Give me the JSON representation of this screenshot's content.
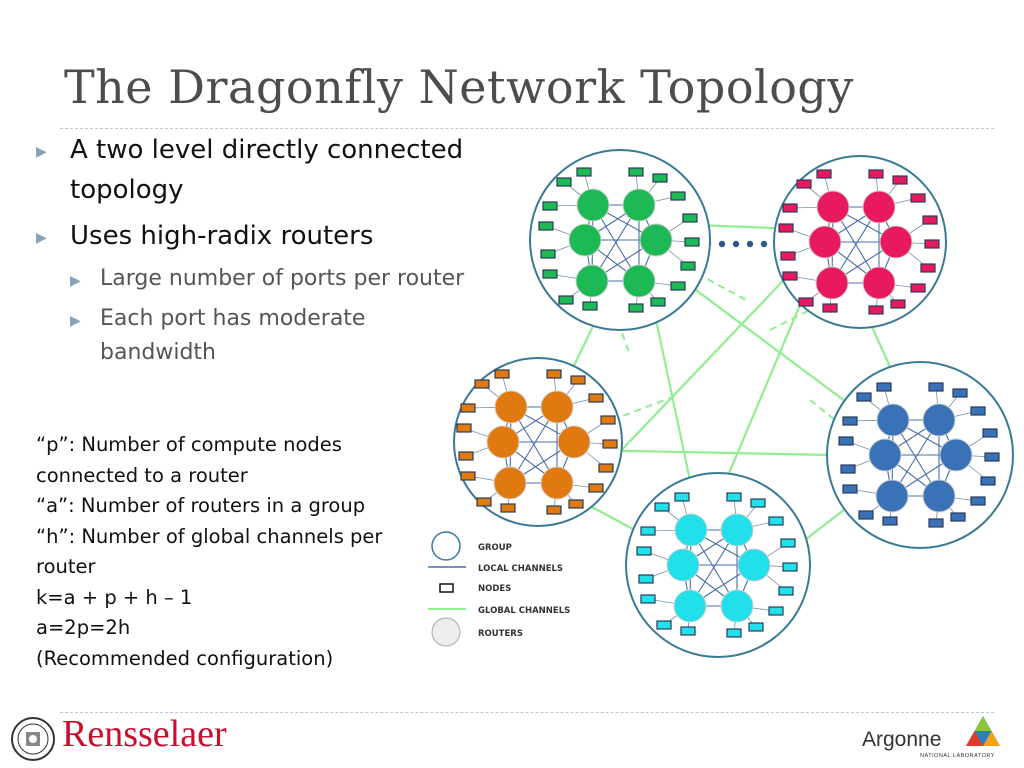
{
  "slide": {
    "title": "The Dragonfly Network Topology",
    "bullets": [
      {
        "level": 1,
        "text": "A two level directly connected topology"
      },
      {
        "level": 1,
        "text": "Uses high-radix routers"
      },
      {
        "level": 2,
        "text": "Large number of ports per router"
      },
      {
        "level": 2,
        "text": "Each port has moderate bandwidth"
      }
    ],
    "definitions": [
      "“p”: Number of compute nodes",
      "connected to a router",
      "“a”: Number of routers in a group",
      "“h”: Number of global channels per",
      "router",
      "k=a + p + h – 1",
      "a=2p=2h",
      "(Recommended configuration)"
    ]
  },
  "legend": {
    "group": "GROUP",
    "local_channels": "LOCAL CHANNELS",
    "nodes": "NODES",
    "global_channels": "GLOBAL CHANNELS",
    "routers": "ROUTERS"
  },
  "logos": {
    "left": "Rensselaer",
    "right": "Argonne",
    "right_sub": "NATIONAL LABORATORY"
  },
  "colors": {
    "title": "#4d4d4d",
    "group_border": "#3a7a95",
    "local_channel": "#4a6fa8",
    "global_channel": "#90ee90",
    "group_green": "#1db954",
    "group_pink": "#e8195e",
    "group_orange": "#e07a10",
    "group_blue": "#3a72b8",
    "group_cyan": "#22e0ea",
    "rensselaer_red": "#c8102e"
  }
}
